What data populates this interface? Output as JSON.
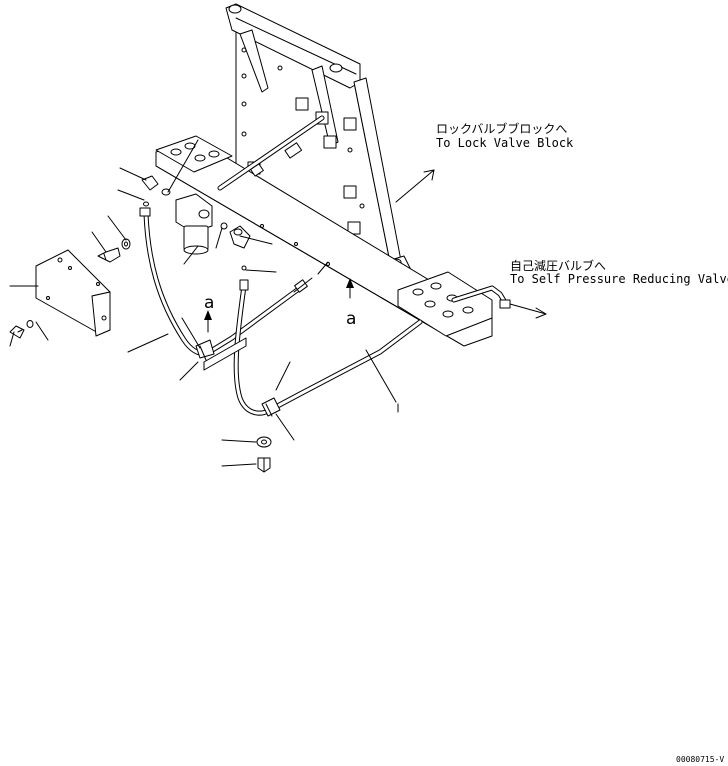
{
  "labels": {
    "lock_valve_jp": "ロックバルブブロックへ",
    "lock_valve_en": "To Lock Valve Block",
    "self_pressure_jp": "自己減圧バルブへ",
    "self_pressure_en": "To Self Pressure Reducing Valve",
    "view_a_left": "a",
    "view_a_right": "a",
    "drawing_code": "00080715-V"
  }
}
